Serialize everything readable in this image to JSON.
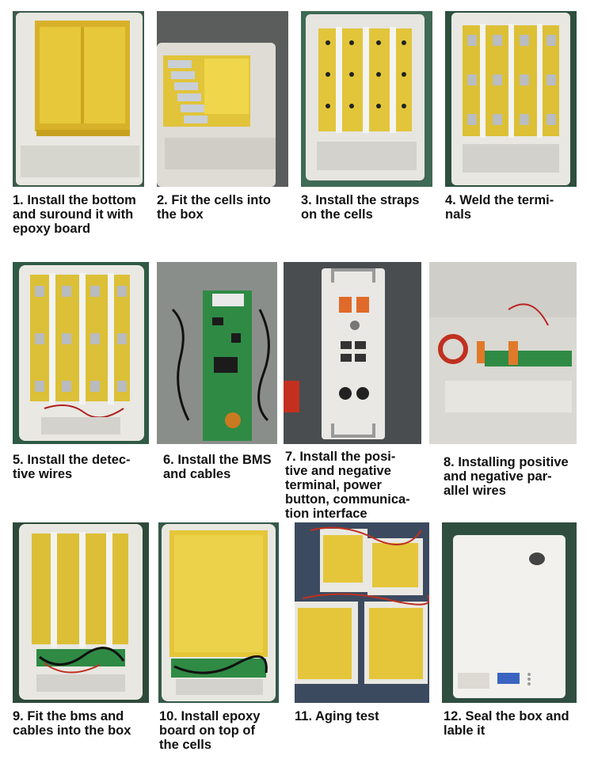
{
  "steps": [
    {
      "caption": "1. Install the bottom\nand suround it with\nepoxy board",
      "photo": "battery-case-epoxy-lining-photo"
    },
    {
      "caption": "2. Fit the cells into\nthe box",
      "photo": "cells-into-box-photo"
    },
    {
      "caption": "3. Install the straps\non the cells",
      "photo": "cell-straps-photo"
    },
    {
      "caption": "4. Weld the termi-\nnals",
      "photo": "welded-terminals-photo"
    },
    {
      "caption": "5. Install the detec-\ntive wires",
      "photo": "detective-wires-photo"
    },
    {
      "caption": "6. Install the BMS\nand cables",
      "photo": "bms-board-photo"
    },
    {
      "caption": "7. Install the posi-\ntive and negative\nterminal, power\nbutton, communica-\ntion interface",
      "photo": "terminal-panel-photo"
    },
    {
      "caption": "8. Installing positive\nand negative par-\nallel wires",
      "photo": "parallel-wires-photo"
    },
    {
      "caption": "9. Fit the bms and\ncables into the box",
      "photo": "bms-in-box-photo"
    },
    {
      "caption": "10. Install epoxy\nboard on top of\nthe cells",
      "photo": "epoxy-top-board-photo"
    },
    {
      "caption": "11. Aging test",
      "photo": "aging-test-photo"
    },
    {
      "caption": "12. Seal the box and\nlable it",
      "photo": "sealed-battery-photo"
    }
  ],
  "colors": {
    "epoxy_yellow": "#e8cf3a",
    "case_white": "#e9e8e2",
    "floor_green": "#2f6b4a",
    "pcb_green": "#2f8a44"
  }
}
